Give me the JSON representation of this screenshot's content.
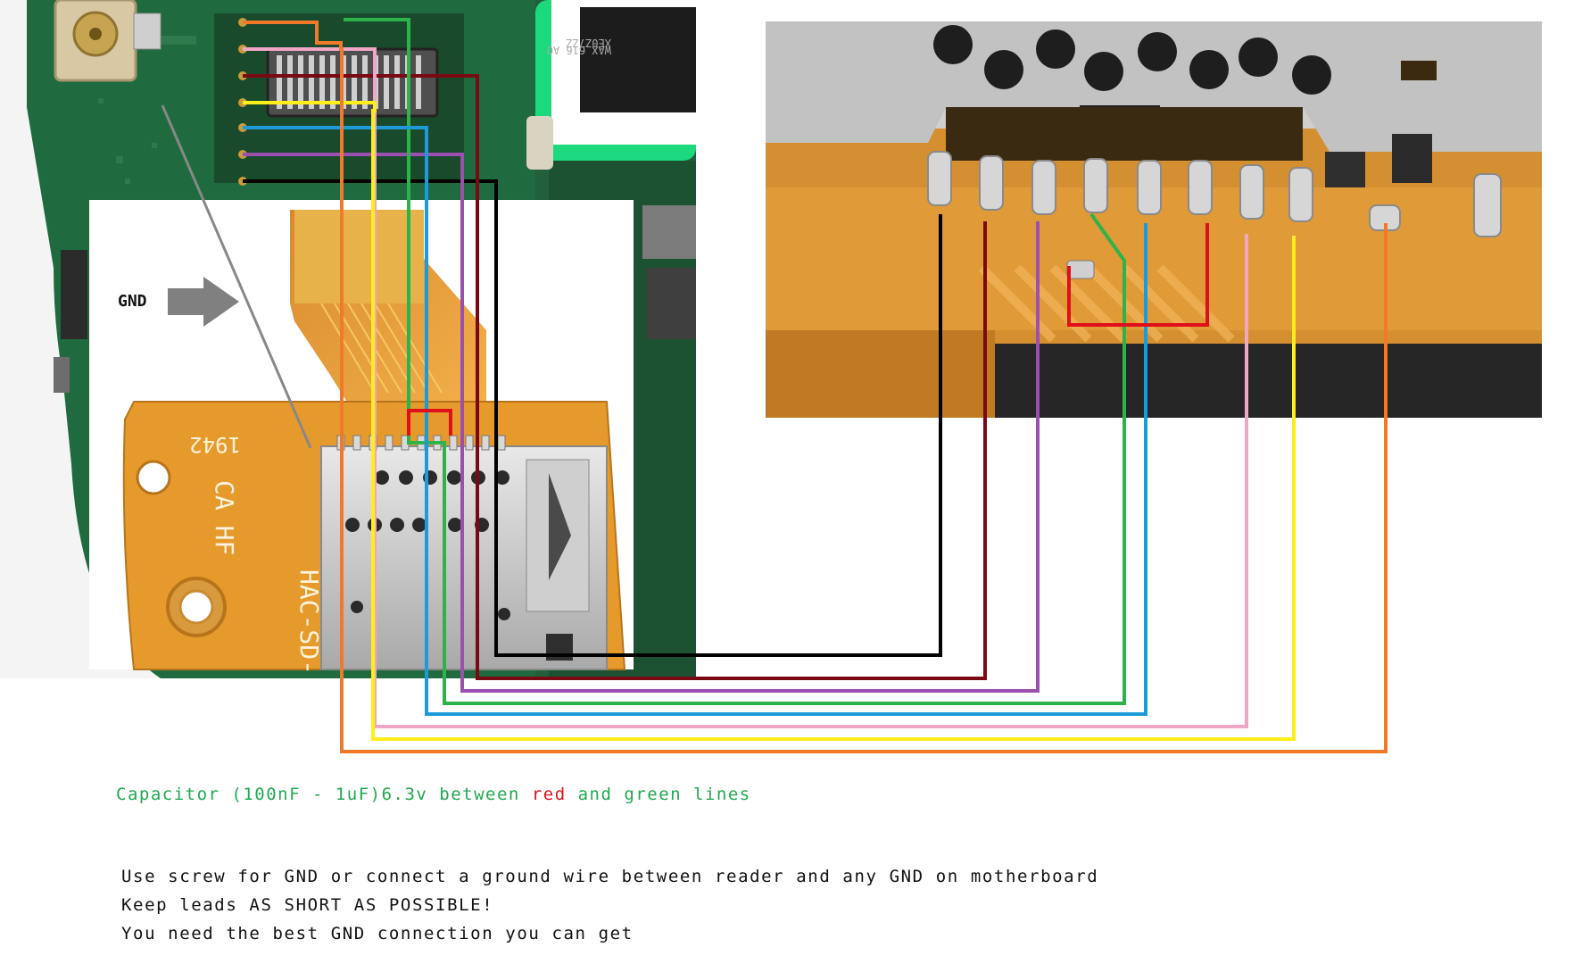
{
  "labels": {
    "gnd_arrow": "GND",
    "board_rotated_1": "1942",
    "board_rotated_2": "CA HF",
    "board_rotated_3": "HAC-SD-",
    "chip_text_1": "WAX 616 AO",
    "chip_text_2": "XE0Z7ZZ"
  },
  "caption": {
    "part1": "Capacitor (100nF - 1uF)6.3v between",
    "red_word": "red",
    "and_word": "and",
    "green_word": "green lines"
  },
  "notes": [
    "Use screw for GND or connect a ground wire between reader and any GND on motherboard",
    "Keep leads AS SHORT AS POSSIBLE!",
    "You need the best GND connection you can get"
  ],
  "colors": {
    "orange": "#f07a2a",
    "pink": "#f0a6c6",
    "darkred": "#7a0a12",
    "yellow": "#ffee1a",
    "blue": "#1e9ad8",
    "purple": "#9b4fb0",
    "black": "#000000",
    "green": "#2db34a",
    "red": "#e0101a",
    "pcb_green": "#1c5e38",
    "flex_orange": "#e29a3a"
  }
}
